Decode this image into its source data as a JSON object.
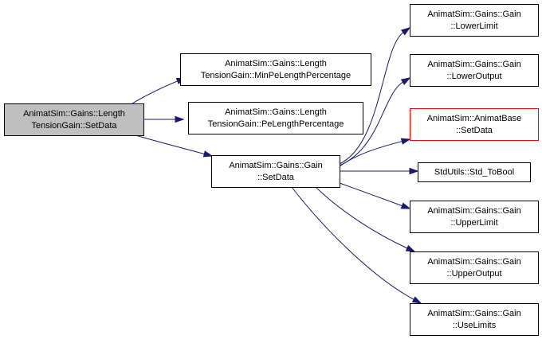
{
  "diagram": {
    "type": "call-graph",
    "nodes": [
      {
        "id": "root",
        "lines": [
          "AnimatSim::Gains::Length",
          "TensionGain::SetData"
        ],
        "style": "root"
      },
      {
        "id": "minpe",
        "lines": [
          "AnimatSim::Gains::Length",
          "TensionGain::MinPeLengthPercentage"
        ],
        "style": "normal"
      },
      {
        "id": "pe",
        "lines": [
          "AnimatSim::Gains::Length",
          "TensionGain::PeLengthPercentage"
        ],
        "style": "normal"
      },
      {
        "id": "gainset",
        "lines": [
          "AnimatSim::Gains::Gain",
          "::SetData"
        ],
        "style": "normal"
      },
      {
        "id": "lowerlimit",
        "lines": [
          "AnimatSim::Gains::Gain",
          "::LowerLimit"
        ],
        "style": "normal"
      },
      {
        "id": "loweroutput",
        "lines": [
          "AnimatSim::Gains::Gain",
          "::LowerOutput"
        ],
        "style": "normal"
      },
      {
        "id": "animatbase",
        "lines": [
          "AnimatSim::AnimatBase",
          "::SetData"
        ],
        "style": "red"
      },
      {
        "id": "stdtobool",
        "lines": [
          "StdUtils::Std_ToBool"
        ],
        "style": "normal"
      },
      {
        "id": "upperlimit",
        "lines": [
          "AnimatSim::Gains::Gain",
          "::UpperLimit"
        ],
        "style": "normal"
      },
      {
        "id": "upperoutput",
        "lines": [
          "AnimatSim::Gains::Gain",
          "::UpperOutput"
        ],
        "style": "normal"
      },
      {
        "id": "uselimits",
        "lines": [
          "AnimatSim::Gains::Gain",
          "::UseLimits"
        ],
        "style": "normal"
      }
    ],
    "edges": [
      {
        "from": "root",
        "to": "minpe"
      },
      {
        "from": "root",
        "to": "pe"
      },
      {
        "from": "root",
        "to": "gainset"
      },
      {
        "from": "gainset",
        "to": "lowerlimit"
      },
      {
        "from": "gainset",
        "to": "loweroutput"
      },
      {
        "from": "gainset",
        "to": "animatbase"
      },
      {
        "from": "gainset",
        "to": "stdtobool"
      },
      {
        "from": "gainset",
        "to": "upperlimit"
      },
      {
        "from": "gainset",
        "to": "upperoutput"
      },
      {
        "from": "gainset",
        "to": "uselimits"
      }
    ],
    "colors": {
      "edge": "#191970",
      "root_fill": "#bfbfbf",
      "node_fill": "#ffffff",
      "node_border": "#000000",
      "highlight_border": "#ff0000"
    }
  }
}
